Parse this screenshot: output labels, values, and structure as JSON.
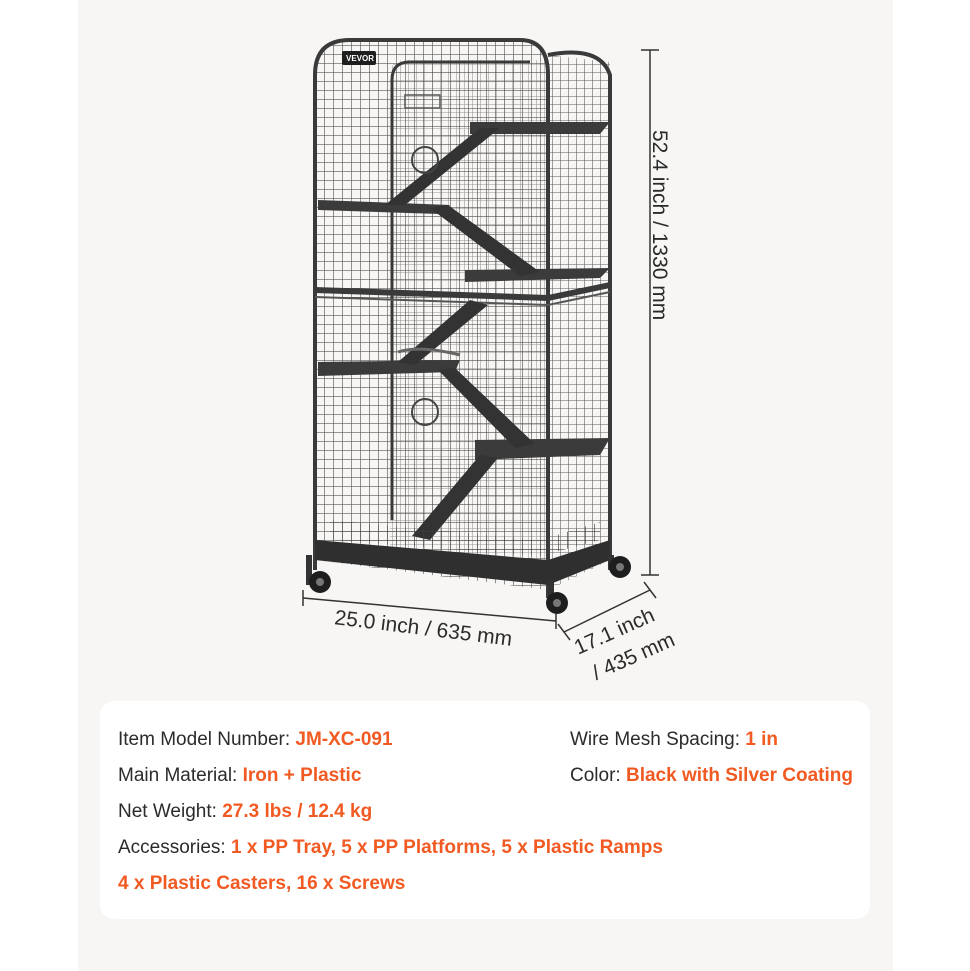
{
  "brand": "VEVOR",
  "dimensions": {
    "height": "52.4 inch / 1330 mm",
    "width": "25.0 inch / 635 mm",
    "depth_line1": "17.1 inch",
    "depth_line2": "/ 435 mm"
  },
  "specs": {
    "model": {
      "label": "Item Model Number: ",
      "value": "JM-XC-091"
    },
    "mesh": {
      "label": "Wire Mesh Spacing: ",
      "value": "1 in"
    },
    "material": {
      "label": "Main Material: ",
      "value": "Iron + Plastic"
    },
    "color": {
      "label": "Color: ",
      "value": "Black with Silver Coating"
    },
    "weight": {
      "label": "Net Weight: ",
      "value": "27.3 lbs / 12.4 kg"
    },
    "accessories": {
      "label": "Accessories: ",
      "value": "1 x PP Tray, 5 x PP Platforms, 5 x Plastic Ramps"
    },
    "accessories_cont": "4 x Plastic Casters, 16 x Screws"
  },
  "colors": {
    "accent": "#f15a22",
    "text": "#2b2b2b",
    "panel": "#f7f6f4"
  }
}
